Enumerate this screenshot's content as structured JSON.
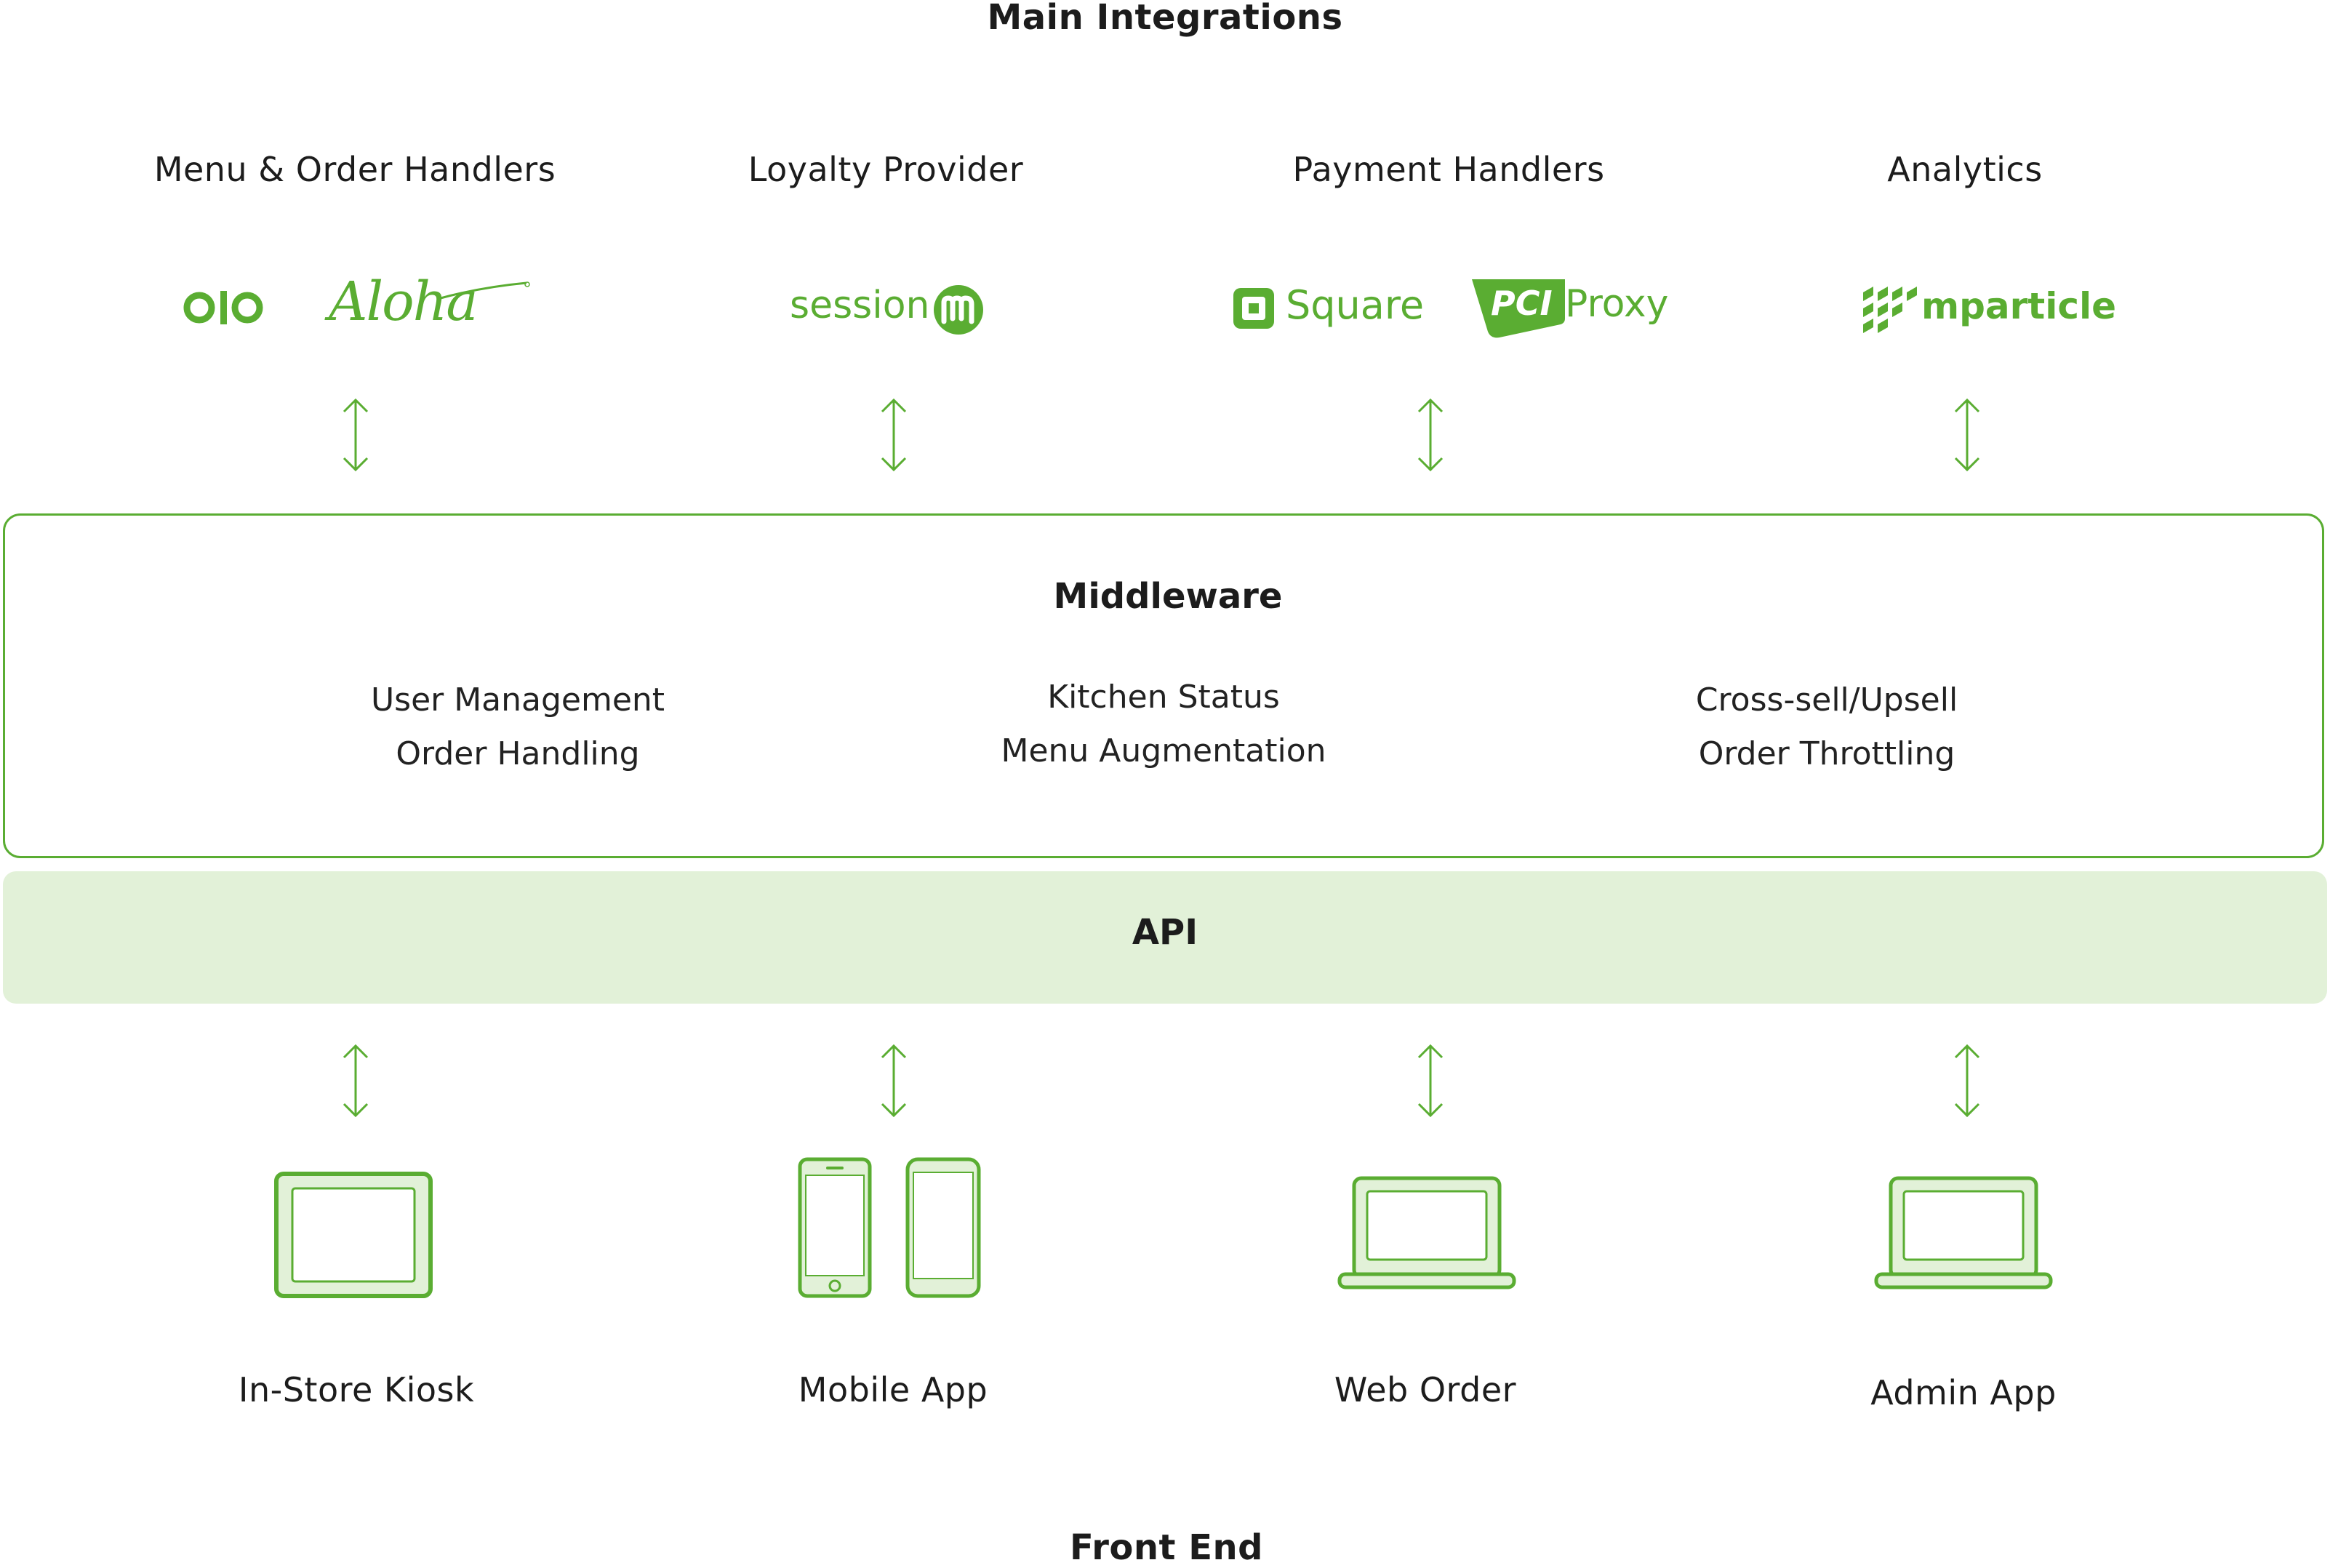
{
  "title": "Main Integrations",
  "footer_title": "Front End",
  "colors": {
    "accent": "#5aad32",
    "api_band": "#e2f1d8",
    "text": "#1c1c1c"
  },
  "categories": [
    {
      "label": "Menu & Order Handlers",
      "logos": [
        {
          "name": "olo",
          "icon": "olo-logo"
        },
        {
          "name": "Aloha",
          "icon": "aloha-logo"
        }
      ]
    },
    {
      "label": "Loyalty Provider",
      "logos": [
        {
          "name": "session",
          "icon": "sessionm-logo"
        }
      ]
    },
    {
      "label": "Payment Handlers",
      "logos": [
        {
          "name": "Square",
          "icon": "square-logo"
        },
        {
          "name_badge": "PCI",
          "name": "Proxy",
          "icon": "pci-proxy-logo"
        }
      ]
    },
    {
      "label": "Analytics",
      "logos": [
        {
          "name": "mparticle",
          "icon": "mparticle-logo"
        }
      ]
    }
  ],
  "middleware": {
    "title": "Middleware",
    "columns": [
      [
        "User Management",
        "Order Handling"
      ],
      [
        "Kitchen Status",
        "Menu Augmentation"
      ],
      [
        "Cross-sell/Upsell",
        "Order Throttling"
      ]
    ]
  },
  "api": {
    "label": "API"
  },
  "front_end": [
    {
      "label": "In-Store Kiosk",
      "icon": "kiosk-tablet-icon"
    },
    {
      "label": "Mobile App",
      "icon": "mobile-phones-icon"
    },
    {
      "label": "Web Order",
      "icon": "laptop-icon"
    },
    {
      "label": "Admin App",
      "icon": "laptop-icon"
    }
  ]
}
